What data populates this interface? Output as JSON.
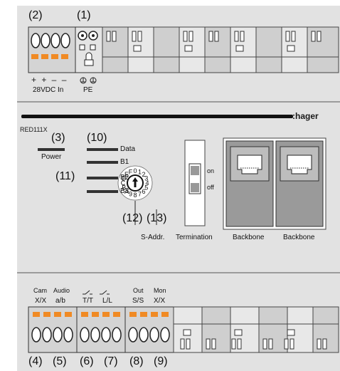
{
  "callouts": {
    "n1": "(1)",
    "n2": "(2)",
    "n3": "(3)",
    "n4": "(4)",
    "n5": "(5)",
    "n6": "(6)",
    "n7": "(7)",
    "n8": "(8)",
    "n9": "(9)",
    "n10": "(10)",
    "n11": "(11)",
    "n12": "(12)",
    "n13": "(13)"
  },
  "top_terminals": {
    "polarity": "+ + – –",
    "power_label": "28VDC In",
    "pe_label": "PE"
  },
  "device": {
    "model": "RED111X",
    "brand": ":hager"
  },
  "leds": {
    "power": "Power",
    "data": "Data",
    "b1": "B1",
    "b2": "B2",
    "b3": "B3"
  },
  "rotary": {
    "digits": [
      "0",
      "1",
      "2",
      "3",
      "4",
      "5",
      "6",
      "7",
      "8",
      "9",
      "A",
      "B",
      "C",
      "D",
      "E",
      "F"
    ],
    "label": "S-Addr."
  },
  "termination": {
    "on": "on",
    "off": "off",
    "label": "Termination"
  },
  "ports": [
    {
      "label": "Backbone"
    },
    {
      "label": "Backbone"
    }
  ],
  "bottom_terminals": {
    "cam_top": "Cam",
    "cam_bottom": "X/X",
    "audio_top": "Audio",
    "audio_bottom": "a/b",
    "tt_bottom": "T/T",
    "ll_bottom": "L/L",
    "out_top": "Out",
    "out_bottom": "S/S",
    "mon_top": "Mon",
    "mon_bottom": "X/X"
  },
  "colors": {
    "terminal_orange": "#f08a24",
    "housing": "#e2e2e2",
    "rj45_fill": "#9a9a9a",
    "stripe": "#111111"
  }
}
